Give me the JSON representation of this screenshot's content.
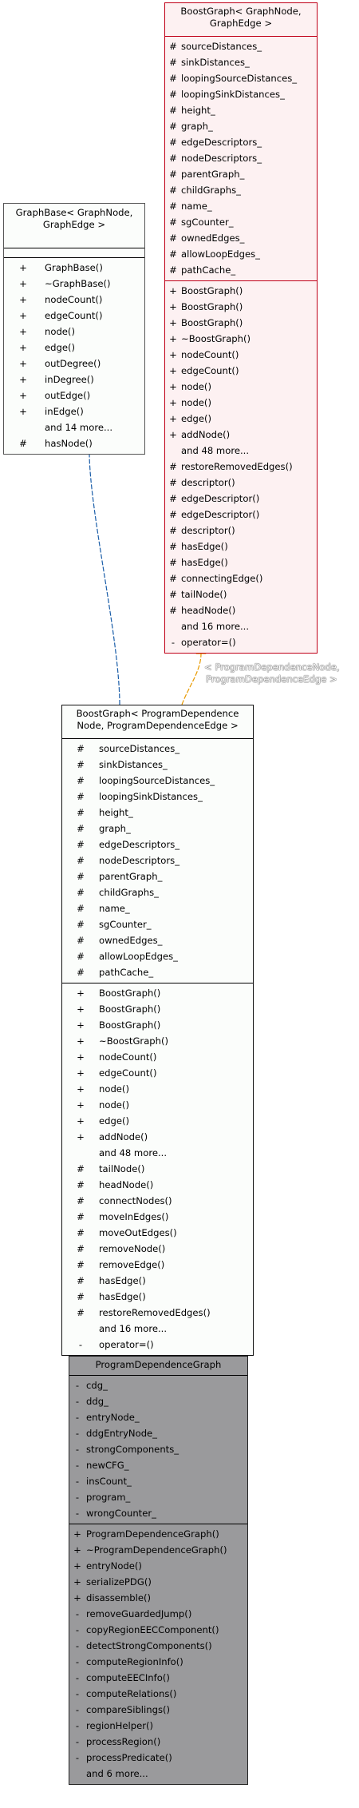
{
  "graph_base": {
    "title_line1": "GraphBase< GraphNode,",
    "title_line2": "GraphEdge >",
    "methods": [
      {
        "vis": "+",
        "name": "GraphBase()"
      },
      {
        "vis": "+",
        "name": "~GraphBase()"
      },
      {
        "vis": "+",
        "name": "nodeCount()"
      },
      {
        "vis": "+",
        "name": "edgeCount()"
      },
      {
        "vis": "+",
        "name": "node()"
      },
      {
        "vis": "+",
        "name": "edge()"
      },
      {
        "vis": "+",
        "name": "outDegree()"
      },
      {
        "vis": "+",
        "name": "inDegree()"
      },
      {
        "vis": "+",
        "name": "outEdge()"
      },
      {
        "vis": "+",
        "name": "inEdge()"
      },
      {
        "vis": "",
        "name": "and 14 more..."
      },
      {
        "vis": "#",
        "name": "hasNode()"
      }
    ]
  },
  "boost_graph_template": {
    "title_line1": "BoostGraph< GraphNode,",
    "title_line2": "GraphEdge >",
    "attributes": [
      {
        "vis": "#",
        "name": "sourceDistances_"
      },
      {
        "vis": "#",
        "name": "sinkDistances_"
      },
      {
        "vis": "#",
        "name": "loopingSourceDistances_"
      },
      {
        "vis": "#",
        "name": "loopingSinkDistances_"
      },
      {
        "vis": "#",
        "name": "height_"
      },
      {
        "vis": "#",
        "name": "graph_"
      },
      {
        "vis": "#",
        "name": "edgeDescriptors_"
      },
      {
        "vis": "#",
        "name": "nodeDescriptors_"
      },
      {
        "vis": "#",
        "name": "parentGraph_"
      },
      {
        "vis": "#",
        "name": "childGraphs_"
      },
      {
        "vis": "#",
        "name": "name_"
      },
      {
        "vis": "#",
        "name": "sgCounter_"
      },
      {
        "vis": "#",
        "name": "ownedEdges_"
      },
      {
        "vis": "#",
        "name": "allowLoopEdges_"
      },
      {
        "vis": "#",
        "name": "pathCache_"
      }
    ],
    "methods": [
      {
        "vis": "+",
        "name": "BoostGraph()"
      },
      {
        "vis": "+",
        "name": "BoostGraph()"
      },
      {
        "vis": "+",
        "name": "BoostGraph()"
      },
      {
        "vis": "+",
        "name": "~BoostGraph()"
      },
      {
        "vis": "+",
        "name": "nodeCount()"
      },
      {
        "vis": "+",
        "name": "edgeCount()"
      },
      {
        "vis": "+",
        "name": "node()"
      },
      {
        "vis": "+",
        "name": "node()"
      },
      {
        "vis": "+",
        "name": "edge()"
      },
      {
        "vis": "+",
        "name": "addNode()"
      },
      {
        "vis": "",
        "name": "and 48 more..."
      },
      {
        "vis": "#",
        "name": "restoreRemovedEdges()"
      },
      {
        "vis": "#",
        "name": "descriptor()"
      },
      {
        "vis": "#",
        "name": "edgeDescriptor()"
      },
      {
        "vis": "#",
        "name": "edgeDescriptor()"
      },
      {
        "vis": "#",
        "name": "descriptor()"
      },
      {
        "vis": "#",
        "name": "hasEdge()"
      },
      {
        "vis": "#",
        "name": "hasEdge()"
      },
      {
        "vis": "#",
        "name": "connectingEdge()"
      },
      {
        "vis": "#",
        "name": "tailNode()"
      },
      {
        "vis": "#",
        "name": "headNode()"
      },
      {
        "vis": "",
        "name": "and 16 more..."
      },
      {
        "vis": "-",
        "name": "operator=()"
      }
    ]
  },
  "template_edge_label": {
    "line1": "< ProgramDependenceNode,",
    "line2": "ProgramDependenceEdge >"
  },
  "boost_graph_pd": {
    "title_line1": "BoostGraph< ProgramDependence",
    "title_line2": "Node, ProgramDependenceEdge >",
    "attributes": [
      {
        "vis": "#",
        "name": "sourceDistances_"
      },
      {
        "vis": "#",
        "name": "sinkDistances_"
      },
      {
        "vis": "#",
        "name": "loopingSourceDistances_"
      },
      {
        "vis": "#",
        "name": "loopingSinkDistances_"
      },
      {
        "vis": "#",
        "name": "height_"
      },
      {
        "vis": "#",
        "name": "graph_"
      },
      {
        "vis": "#",
        "name": "edgeDescriptors_"
      },
      {
        "vis": "#",
        "name": "nodeDescriptors_"
      },
      {
        "vis": "#",
        "name": "parentGraph_"
      },
      {
        "vis": "#",
        "name": "childGraphs_"
      },
      {
        "vis": "#",
        "name": "name_"
      },
      {
        "vis": "#",
        "name": "sgCounter_"
      },
      {
        "vis": "#",
        "name": "ownedEdges_"
      },
      {
        "vis": "#",
        "name": "allowLoopEdges_"
      },
      {
        "vis": "#",
        "name": "pathCache_"
      }
    ],
    "methods": [
      {
        "vis": "+",
        "name": "BoostGraph()"
      },
      {
        "vis": "+",
        "name": "BoostGraph()"
      },
      {
        "vis": "+",
        "name": "BoostGraph()"
      },
      {
        "vis": "+",
        "name": "~BoostGraph()"
      },
      {
        "vis": "+",
        "name": "nodeCount()"
      },
      {
        "vis": "+",
        "name": "edgeCount()"
      },
      {
        "vis": "+",
        "name": "node()"
      },
      {
        "vis": "+",
        "name": "node()"
      },
      {
        "vis": "+",
        "name": "edge()"
      },
      {
        "vis": "+",
        "name": "addNode()"
      },
      {
        "vis": "",
        "name": "and 48 more..."
      },
      {
        "vis": "#",
        "name": "tailNode()"
      },
      {
        "vis": "#",
        "name": "headNode()"
      },
      {
        "vis": "#",
        "name": "connectNodes()"
      },
      {
        "vis": "#",
        "name": "moveInEdges()"
      },
      {
        "vis": "#",
        "name": "moveOutEdges()"
      },
      {
        "vis": "#",
        "name": "removeNode()"
      },
      {
        "vis": "#",
        "name": "removeEdge()"
      },
      {
        "vis": "#",
        "name": "hasEdge()"
      },
      {
        "vis": "#",
        "name": "hasEdge()"
      },
      {
        "vis": "#",
        "name": "restoreRemovedEdges()"
      },
      {
        "vis": "",
        "name": "and 16 more..."
      },
      {
        "vis": "-",
        "name": "operator=()"
      }
    ]
  },
  "program_dependence_graph": {
    "title": "ProgramDependenceGraph",
    "attributes": [
      {
        "vis": "-",
        "name": "cdg_"
      },
      {
        "vis": "-",
        "name": "ddg_"
      },
      {
        "vis": "-",
        "name": "entryNode_"
      },
      {
        "vis": "-",
        "name": "ddgEntryNode_"
      },
      {
        "vis": "-",
        "name": "strongComponents_"
      },
      {
        "vis": "-",
        "name": "newCFG_"
      },
      {
        "vis": "-",
        "name": "insCount_"
      },
      {
        "vis": "-",
        "name": "program_"
      },
      {
        "vis": "-",
        "name": "wrongCounter_"
      }
    ],
    "methods": [
      {
        "vis": "+",
        "name": "ProgramDependenceGraph()"
      },
      {
        "vis": "+",
        "name": "~ProgramDependenceGraph()"
      },
      {
        "vis": "+",
        "name": "entryNode()"
      },
      {
        "vis": "+",
        "name": "serializePDG()"
      },
      {
        "vis": "+",
        "name": "disassemble()"
      },
      {
        "vis": "-",
        "name": "removeGuardedJump()"
      },
      {
        "vis": "-",
        "name": "copyRegionEECComponent()"
      },
      {
        "vis": "-",
        "name": "detectStrongComponents()"
      },
      {
        "vis": "-",
        "name": "computeRegionInfo()"
      },
      {
        "vis": "-",
        "name": "computeEECInfo()"
      },
      {
        "vis": "-",
        "name": "computeRelations()"
      },
      {
        "vis": "-",
        "name": "compareSiblings()"
      },
      {
        "vis": "-",
        "name": "regionHelper()"
      },
      {
        "vis": "-",
        "name": "processRegion()"
      },
      {
        "vis": "-",
        "name": "processPredicate()"
      },
      {
        "vis": "",
        "name": "and 6 more..."
      }
    ]
  },
  "colors": {
    "inheritance_edge": "#1a5da8",
    "template_edge": "#e89a00",
    "template_box_border": "#c00018",
    "template_box_fill": "#fdf1f2",
    "focus_box_fill": "#9a9a9c"
  }
}
